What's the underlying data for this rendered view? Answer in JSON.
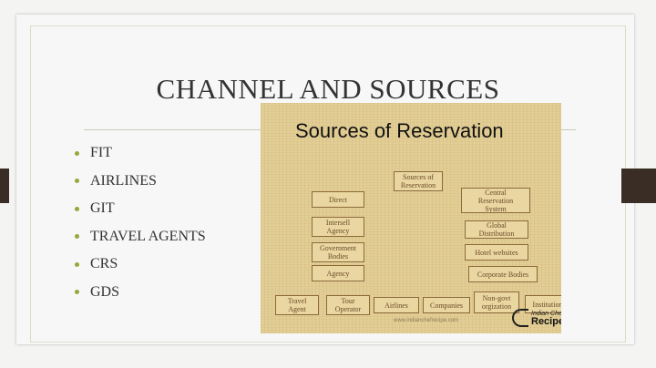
{
  "slide": {
    "title": "CHANNEL AND SOURCES",
    "bullets": [
      "FIT",
      "AIRLINES",
      "GIT",
      "TRAVEL AGENTS",
      "CRS",
      "GDS"
    ]
  },
  "diagram": {
    "heading": "Sources of Reservation",
    "nodes": {
      "root": "Sources of\nReservation",
      "direct": "Direct",
      "intersell": "Intersell\nAgency",
      "government": "Government\nBodies",
      "agency": "Agency",
      "crs": "Central\nReservation\nSystem",
      "global": "Global\nDistribution",
      "hotel_websites": "Hotel websites",
      "corporate": "Corporate Bodies",
      "travel_agent": "Travel\nAgent",
      "tour_operator": "Tour\nOperator",
      "airlines": "Airlines",
      "companies": "Companies",
      "ngo": "Non-govt\norgization",
      "institution": "Institution"
    },
    "watermark": "www.indianchefrecipe.com",
    "logo": {
      "top": "Indian Chef",
      "bottom": "Recipe"
    }
  }
}
